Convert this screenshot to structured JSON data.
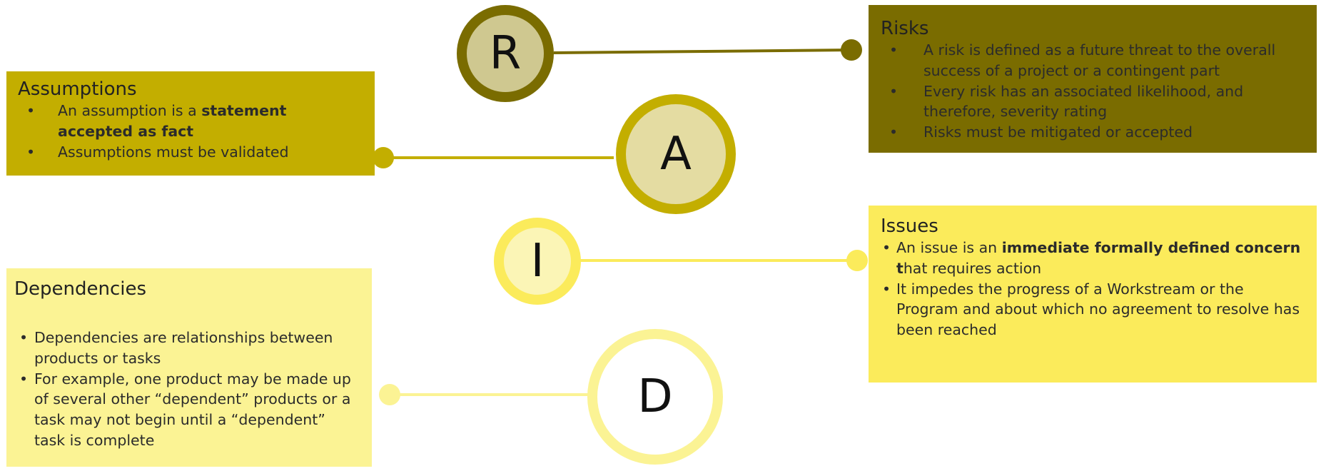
{
  "colors": {
    "risks": "#7a6c00",
    "assumptions": "#c3ae00",
    "issues": "#fbeb5b",
    "dependencies": "#fbf394"
  },
  "letters": {
    "r": "R",
    "a": "A",
    "i": "I",
    "d": "D"
  },
  "risks": {
    "title": "Risks",
    "bullets": [
      [
        {
          "t": "A risk is defined as a future threat to the overall success of a project or a contingent part"
        }
      ],
      [
        {
          "t": "Every risk has an associated likelihood, and therefore, severity rating"
        }
      ],
      [
        {
          "t": "Risks must be mitigated or accepted"
        }
      ]
    ]
  },
  "assumptions": {
    "title": "Assumptions",
    "bullets": [
      [
        {
          "t": "An assumption is a "
        },
        {
          "t": "statement accepted as fact",
          "b": true
        }
      ],
      [
        {
          "t": "Assumptions must be validated"
        }
      ]
    ]
  },
  "issues": {
    "title": "Issues",
    "bullets": [
      [
        {
          "t": "An issue is an "
        },
        {
          "t": "immediate formally defined concern t",
          "b": true
        },
        {
          "t": "hat requires action"
        }
      ],
      [
        {
          "t": "It impedes the progress of a Workstream or the Program and about which no agreement to resolve has been reached"
        }
      ]
    ]
  },
  "dependencies": {
    "title": "Dependencies",
    "bullets": [
      [
        {
          "t": "Dependencies are relationships between products or tasks"
        }
      ],
      [
        {
          "t": "For example, one product may be made up of several other “dependent” products or a task may not begin until a “dependent” task is complete"
        }
      ]
    ]
  }
}
